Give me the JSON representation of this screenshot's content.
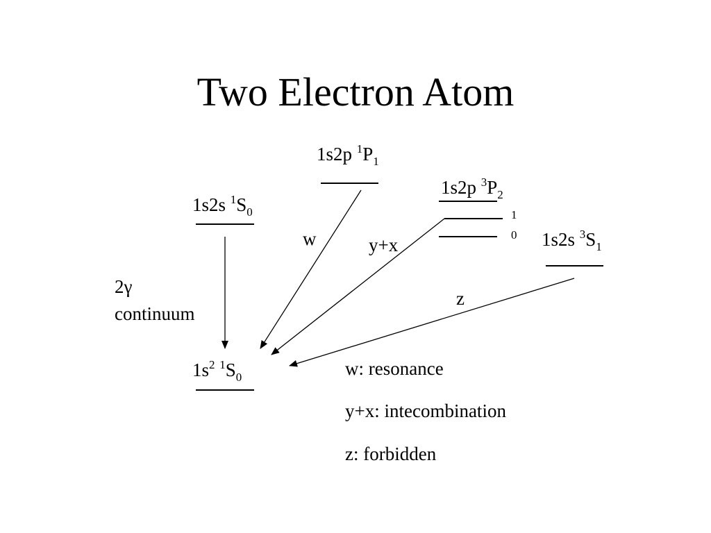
{
  "title": "Two Electron Atom",
  "levels": {
    "p1": {
      "config": "1s2p",
      "mult": "1",
      "term": "P",
      "j": "1"
    },
    "s1": {
      "config": "1s2s",
      "mult": "1",
      "term": "S",
      "j": "0"
    },
    "p3": {
      "config": "1s2p",
      "mult": "3",
      "term": "P",
      "j": "2",
      "sub_j": [
        "1",
        "0"
      ]
    },
    "s3": {
      "config": "1s2s",
      "mult": "3",
      "term": "S",
      "j": "1"
    },
    "ground": {
      "config": "1s",
      "exp": "2",
      "mult": "1",
      "term": "S",
      "j": "0"
    }
  },
  "transitions": {
    "w": "w",
    "yx": "y+x",
    "z": "z",
    "two_photon_a": "2γ",
    "two_photon_b": "continuum"
  },
  "legend": [
    "w: resonance",
    "y+x: intecombination",
    "z: forbidden"
  ]
}
